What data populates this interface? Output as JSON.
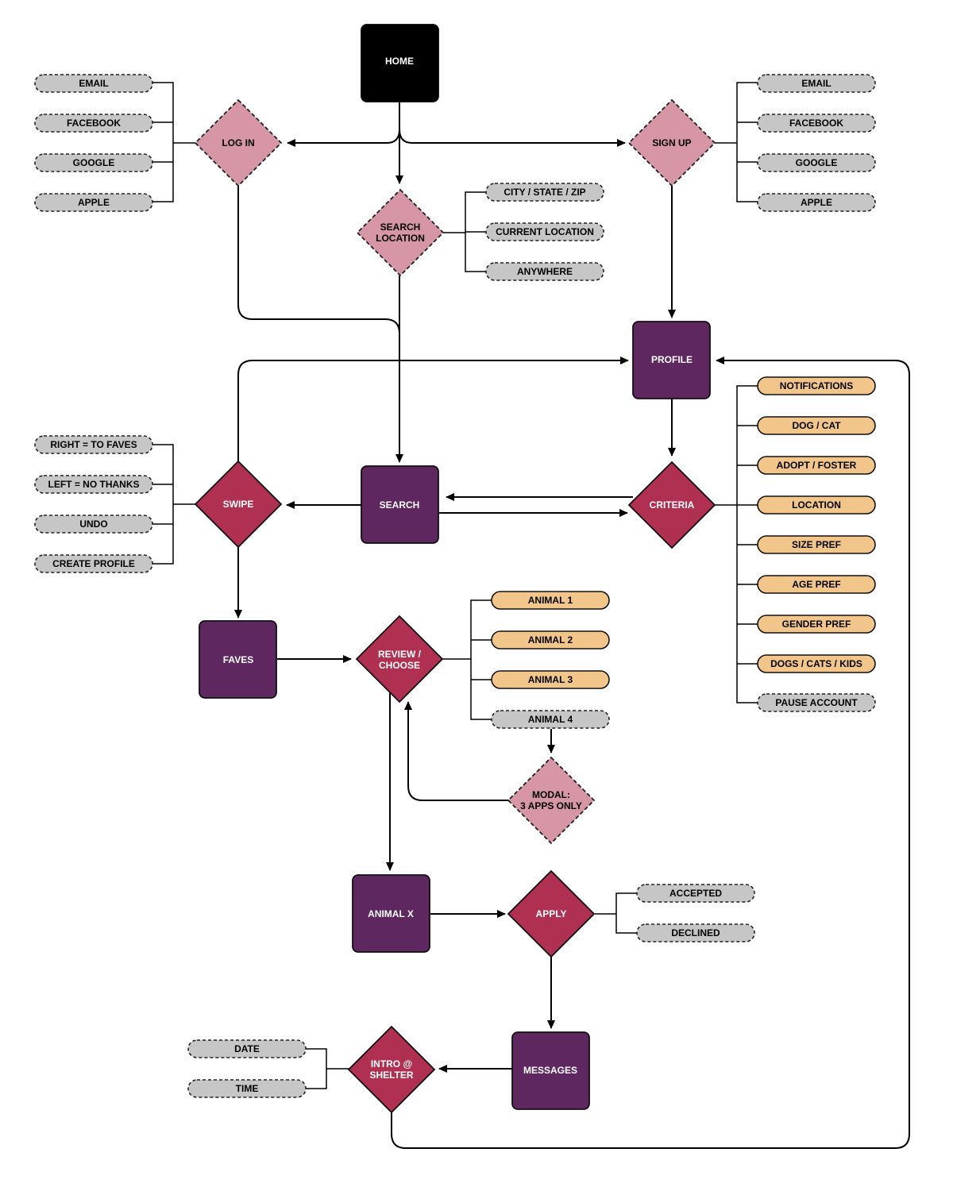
{
  "colors": {
    "black_node": "#000000",
    "purple_node": "#5e2760",
    "red_decision": "#b03052",
    "pink_decision": "#d696a6",
    "grey_option": "#c6c6c6",
    "orange_option": "#f2c58a"
  },
  "nodes": {
    "home": "HOME",
    "login": "LOG IN",
    "signup": "SIGN UP",
    "search_location": [
      "SEARCH",
      "LOCATION"
    ],
    "profile": "PROFILE",
    "search": "SEARCH",
    "swipe": "SWIPE",
    "criteria": "CRITERIA",
    "faves": "FAVES",
    "review": [
      "REVIEW /",
      "CHOOSE"
    ],
    "modal": [
      "MODAL:",
      "3 APPS ONLY"
    ],
    "animal_x": "ANIMAL X",
    "apply": "APPLY",
    "messages": "MESSAGES",
    "intro": [
      "INTRO @",
      "SHELTER"
    ]
  },
  "login_options": [
    "EMAIL",
    "FACEBOOK",
    "GOOGLE",
    "APPLE"
  ],
  "signup_options": [
    "EMAIL",
    "FACEBOOK",
    "GOOGLE",
    "APPLE"
  ],
  "location_options": [
    "CITY / STATE / ZIP",
    "CURRENT LOCATION",
    "ANYWHERE"
  ],
  "swipe_options": [
    "RIGHT = TO FAVES",
    "LEFT = NO THANKS",
    "UNDO",
    "CREATE PROFILE"
  ],
  "criteria_options": [
    "NOTIFICATIONS",
    "DOG / CAT",
    "ADOPT / FOSTER",
    "LOCATION",
    "SIZE PREF",
    "AGE PREF",
    "GENDER PREF",
    "DOGS / CATS / KIDS"
  ],
  "criteria_extra": "PAUSE ACCOUNT",
  "animal_options": [
    "ANIMAL 1",
    "ANIMAL 2",
    "ANIMAL 3"
  ],
  "animal_extra": "ANIMAL 4",
  "apply_options": [
    "ACCEPTED",
    "DECLINED"
  ],
  "intro_options": [
    "DATE",
    "TIME"
  ]
}
